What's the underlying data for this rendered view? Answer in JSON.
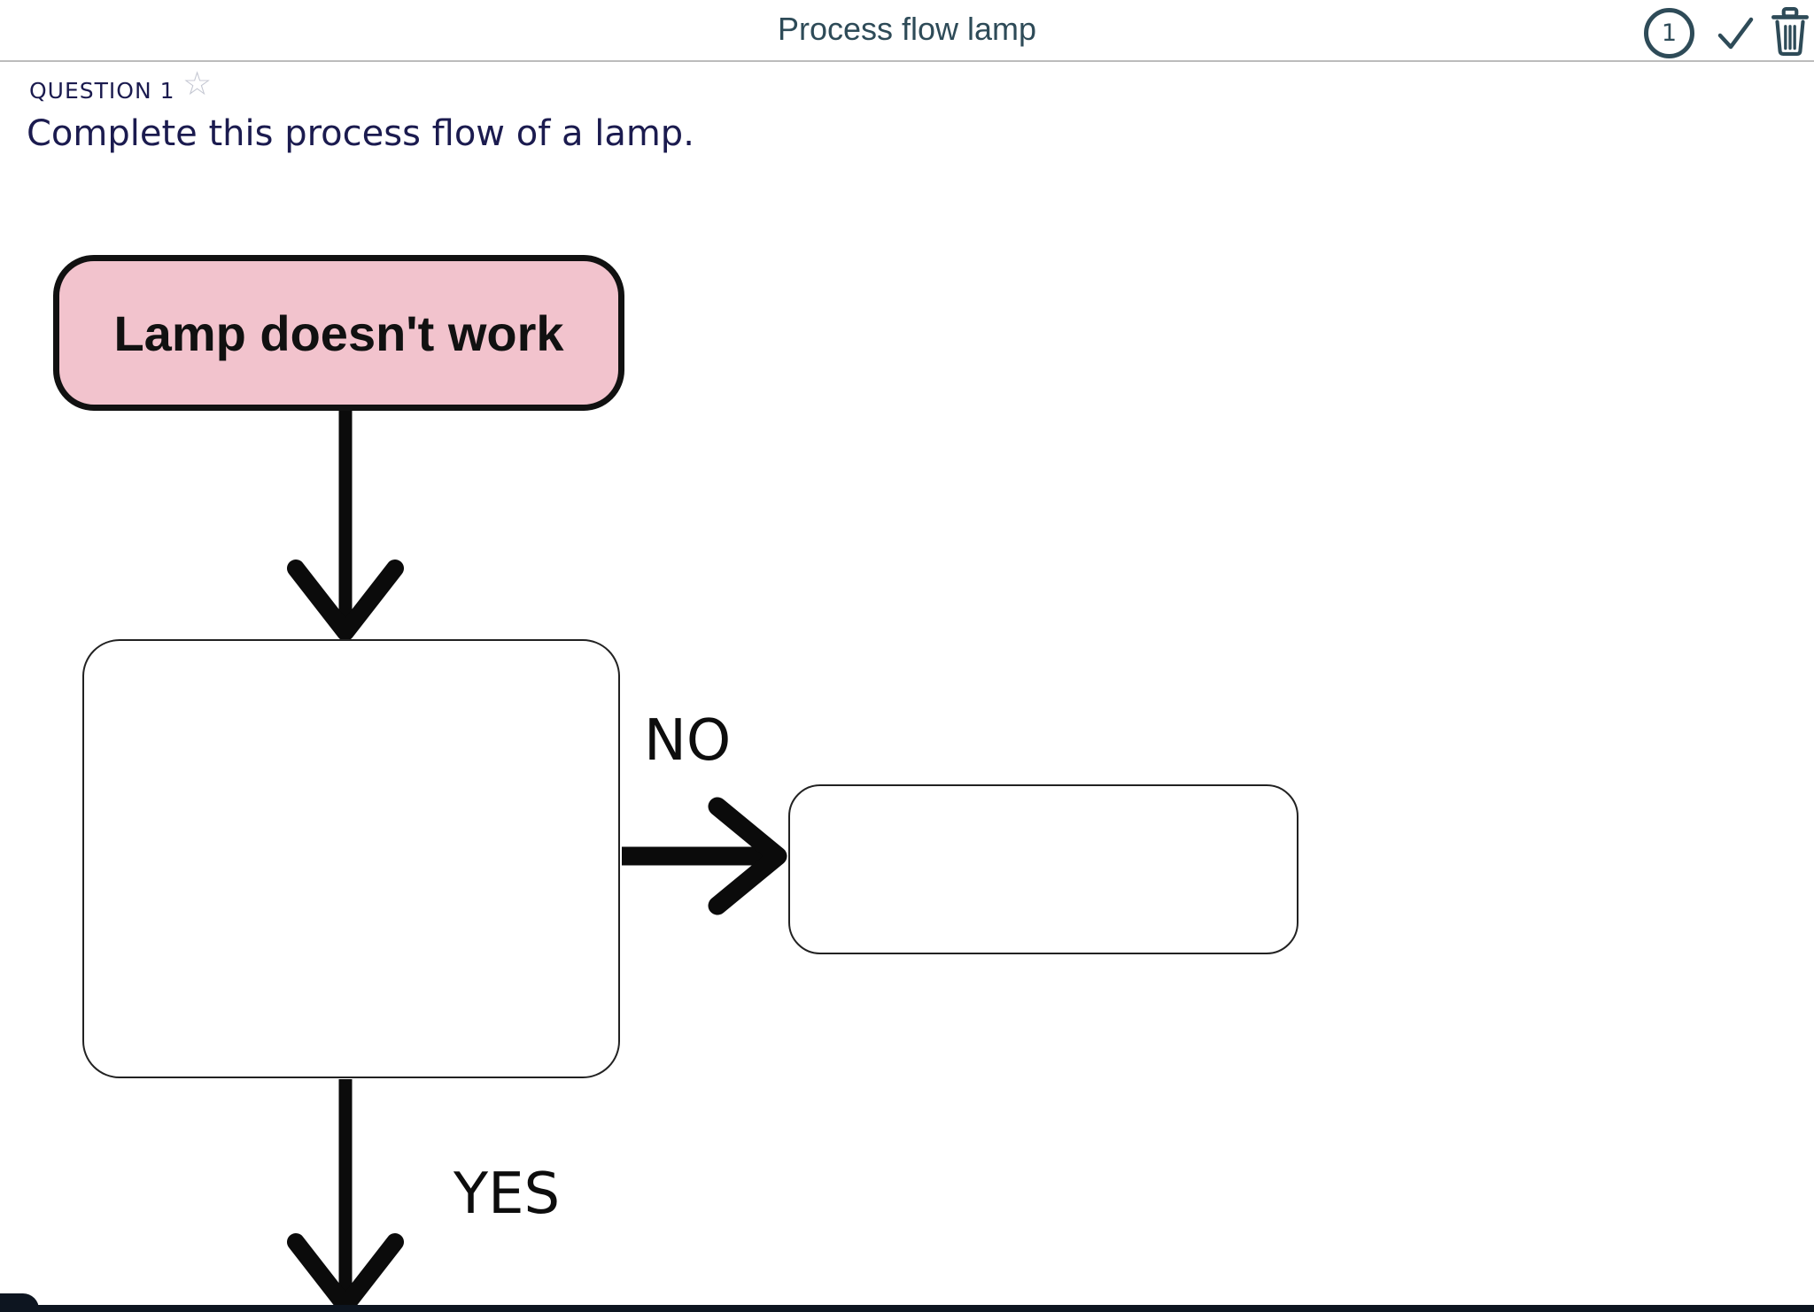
{
  "header": {
    "title": "Process flow lamp",
    "question_count": "1"
  },
  "question": {
    "label": "QUESTION 1",
    "star_glyph": "☆",
    "text": "Complete this process flow of a lamp."
  },
  "flowchart": {
    "start_node_text": "Lamp doesn't work",
    "decision_node_text": "",
    "no_result_node_text": "",
    "no_branch_label": "NO",
    "yes_branch_label": "YES"
  },
  "colors": {
    "header_accent": "#2e4b58",
    "navy_text": "#1b1b4f",
    "node_pink_fill": "#f2c3cd",
    "node_border_black": "#111111",
    "star_gray": "#c3c6d1",
    "header_divider": "#bcbcbc",
    "bottom_bar": "#0d1520"
  }
}
